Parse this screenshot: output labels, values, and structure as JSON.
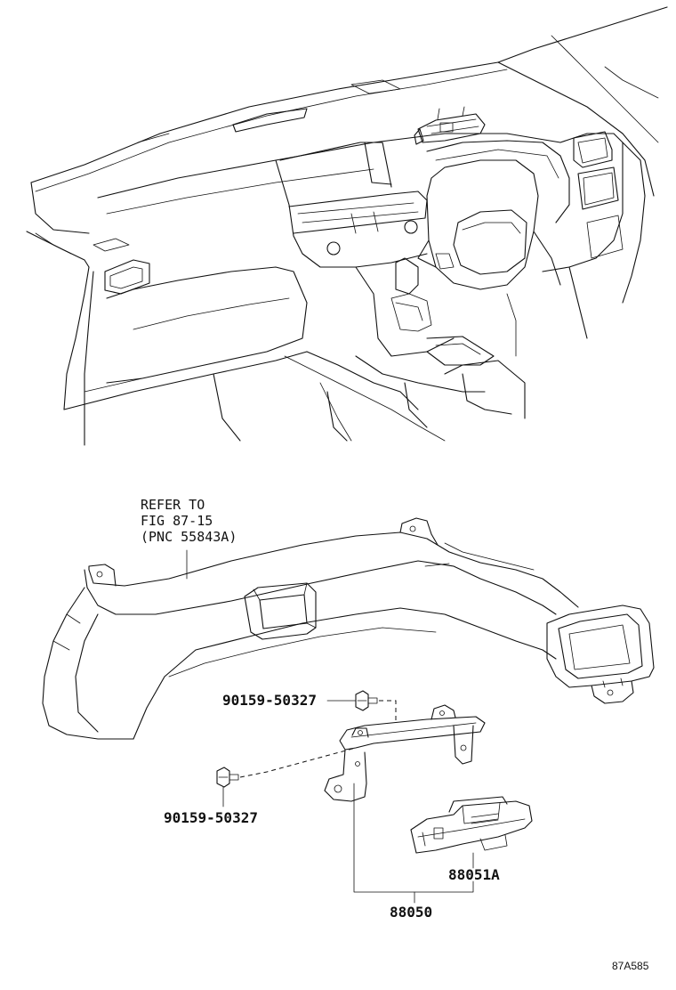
{
  "refer_note": {
    "line1": "REFER TO",
    "line2": "FIG 87-15",
    "line3": "(PNC 55843A)"
  },
  "callouts": {
    "bolt_upper": "90159-50327",
    "bolt_lower": "90159-50327",
    "part_unit": "88051A",
    "part_assembly": "88050"
  },
  "figure_code": "87A585"
}
